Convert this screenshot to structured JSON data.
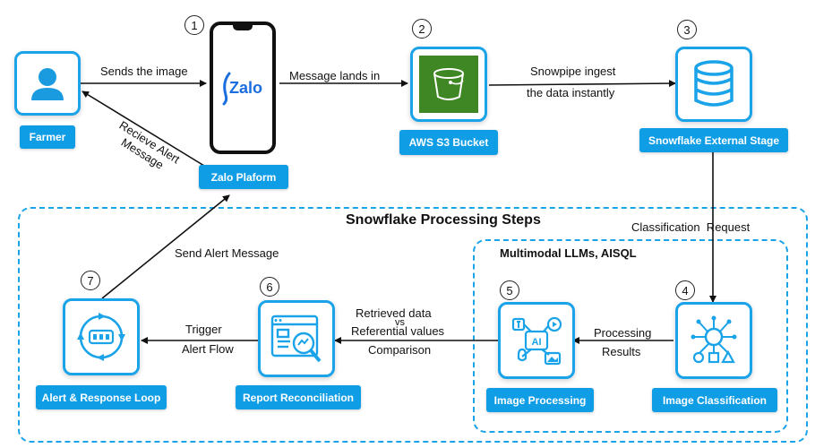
{
  "section_titles": {
    "processing": "Snowflake Processing Steps",
    "multimodal": "Multimodal LLMs, AISQL"
  },
  "nodes": {
    "farmer": {
      "label": "Farmer",
      "icon": "person-icon"
    },
    "zalo": {
      "label": "Zalo Plaform",
      "logo_text": "Zalo",
      "icon": "phone-icon",
      "step": "1"
    },
    "s3": {
      "label": "AWS S3 Bucket",
      "icon": "bucket-icon",
      "step": "2"
    },
    "stage": {
      "label": "Snowflake External Stage",
      "icon": "database-icon",
      "step": "3"
    },
    "classification": {
      "label": "Image Classification",
      "icon": "network-icon",
      "step": "4"
    },
    "processing": {
      "label": "Image Processing",
      "icon": "ai-icon",
      "step": "5"
    },
    "reconciliation": {
      "label": "Report Reconciliation",
      "icon": "report-search-icon",
      "step": "6"
    },
    "alert": {
      "label": "Alert & Response Loop",
      "icon": "cycle-icon",
      "step": "7"
    }
  },
  "edges": {
    "sends_image": "Sends the image",
    "message_lands": "Message lands in",
    "snowpipe_1": "Snowpipe ingest",
    "snowpipe_2": "the data instantly",
    "classification_request": "Classification  Request",
    "processing_results_1": "Processing",
    "processing_results_2": "Results",
    "retrieved_1": "Retrieved data",
    "retrieved_2": "vs",
    "retrieved_3": "Referential values",
    "retrieved_4": "Comparison",
    "trigger_1": "Trigger",
    "trigger_2": "Alert Flow",
    "send_alert": "Send Alert Message",
    "receive_alert_1": "Recieve Alert",
    "receive_alert_2": "Message"
  },
  "colors": {
    "accent": "#0f9de6",
    "tile_border": "#1aa3e8",
    "aws_green": "#3f8624"
  }
}
